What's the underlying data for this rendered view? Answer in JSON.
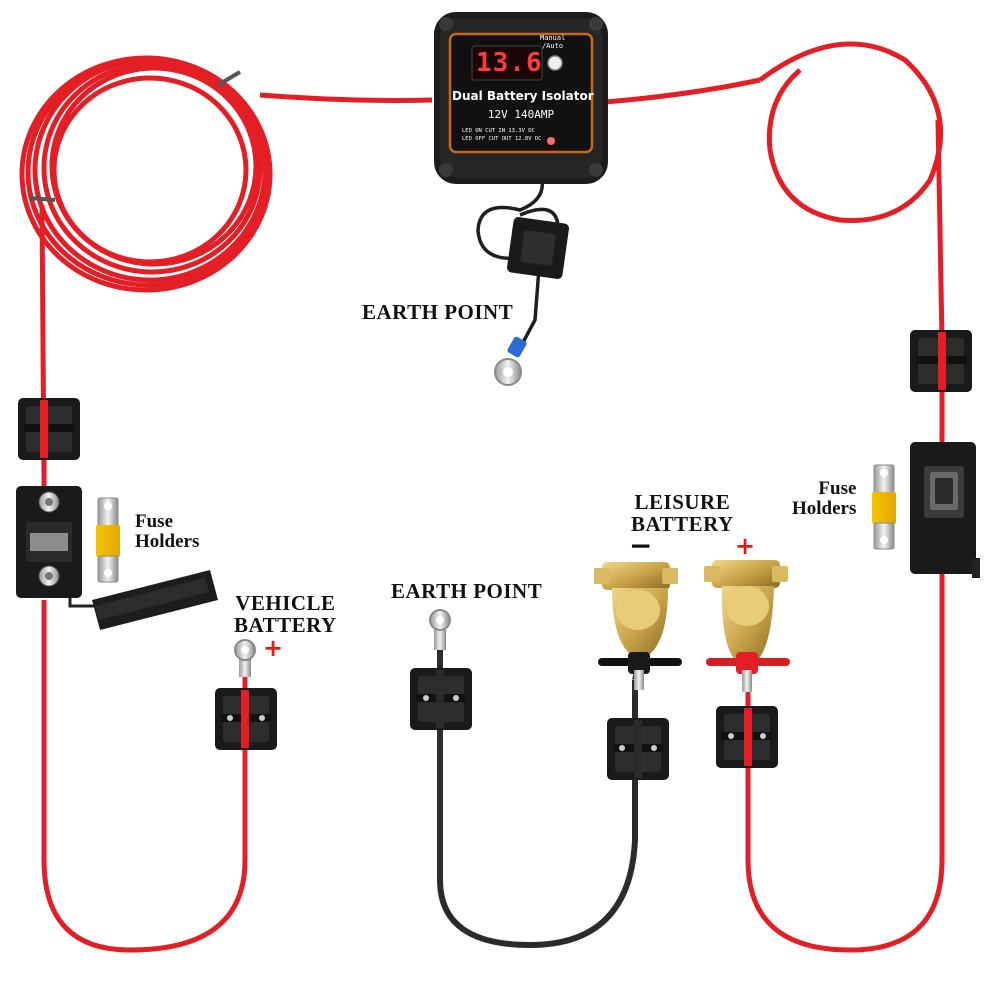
{
  "isolator": {
    "display_value": "13.6",
    "mode_label_top": "Manual",
    "mode_label_bottom": "/Auto",
    "title": "Dual Battery Isolator",
    "rating": "12V 140AMP",
    "spec_line_1": "LED ON CUT IN 13.3V DC",
    "spec_line_2": "LED OFF CUT OUT 12.8V DC"
  },
  "labels": {
    "earth_point_top": "EARTH POINT",
    "earth_point_bottom": "EARTH POINT",
    "fuse_holders_left": [
      "Fuse",
      "Holders"
    ],
    "fuse_holders_right": [
      "Fuse",
      "Holders"
    ],
    "vehicle_battery": [
      "VEHICLE",
      "BATTERY"
    ],
    "leisure_battery": [
      "LEISURE",
      "BATTERY"
    ],
    "plus_sign": "+",
    "minus_sign": "−"
  },
  "colors": {
    "red_cable": "#e31e24",
    "black_cable": "#2b2b2b",
    "brass": "#c9a44a",
    "clip_black": "#1a1a1a"
  }
}
